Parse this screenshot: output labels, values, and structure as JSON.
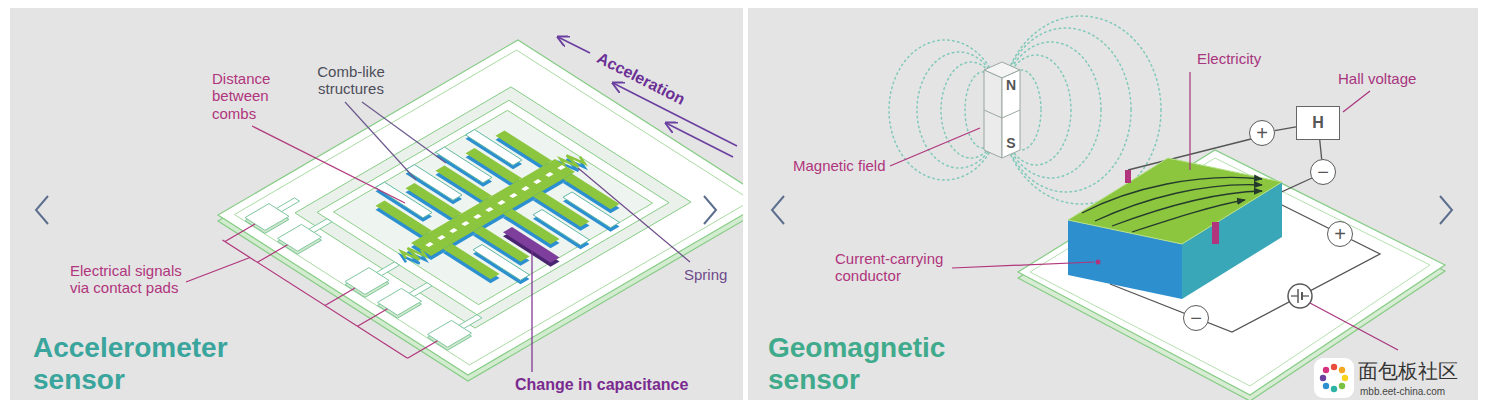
{
  "diagram": {
    "nodes": [
      {
        "text": [
          "N",
          "S"
        ]
      },
      {
        "text": [
          "+"
        ]
      },
      {
        "text": [
          "H"
        ]
      },
      {
        "text": [
          "−"
        ]
      },
      {
        "text": [
          "+"
        ]
      },
      {
        "text": [
          "−"
        ]
      }
    ],
    "edges": [
      {
        "from": 1,
        "to": 2,
        "arrow": "none"
      },
      {
        "from": 2,
        "to": 3,
        "arrow": "none"
      }
    ],
    "labels": [
      "Comb-like structures",
      "Distance between combs",
      "Acceleration",
      "Electrical signals via contact pads",
      "Spring",
      "Change in capacitance",
      "Accelerometer sensor",
      "Magnetic field",
      "Electricity",
      "Hall voltage",
      "Current-carrying conductor",
      "Geomagnetic sensor",
      "面包板社区",
      "mbb.eet-china.com"
    ]
  }
}
